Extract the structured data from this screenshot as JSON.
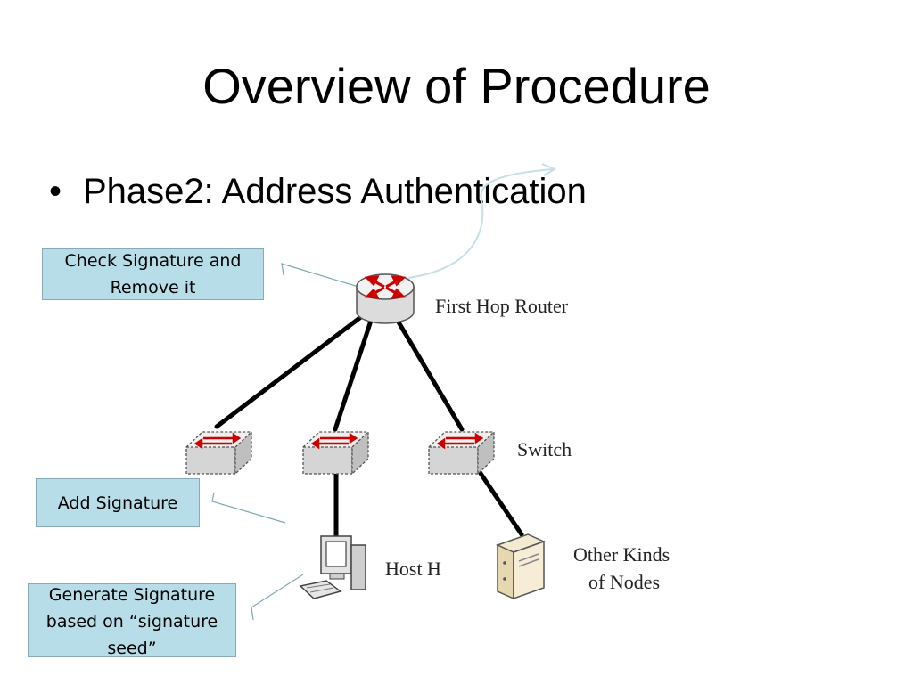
{
  "slide": {
    "title": "Overview of Procedure",
    "bullet_marker": "•",
    "bullet_text": "Phase2: Address Authentication"
  },
  "callouts": {
    "check": "Check Signature and Remove it",
    "add": "Add Signature",
    "generate": "Generate Signature based on “signature seed”"
  },
  "diagram": {
    "router_label": "First Hop Router",
    "switch_label": "Switch",
    "host_label": "Host H",
    "other_label_line1": "Other Kinds",
    "other_label_line2": "of Nodes"
  },
  "colors": {
    "callout_fill": "#b7dee8",
    "connector_line": "#7fa7b4",
    "router_arrows": "#cc0000"
  }
}
